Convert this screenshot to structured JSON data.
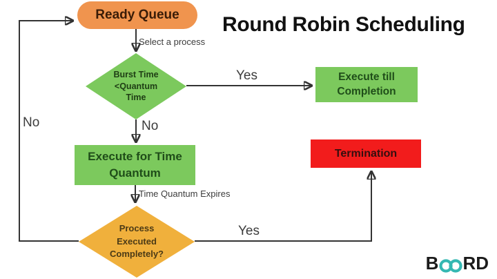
{
  "title": "Round Robin Scheduling",
  "nodes": {
    "ready_queue": {
      "label": "Ready Queue",
      "color": "#f0944e",
      "shape": "stadium"
    },
    "burst_time_check": {
      "label": "Burst Time <Quantum Time",
      "color": "#7cc95d",
      "shape": "diamond"
    },
    "execute_till_completion": {
      "label": "Execute till Completion",
      "color": "#7cc95d",
      "shape": "rect"
    },
    "execute_for_time_quantum": {
      "label": "Execute for Time Quantum",
      "color": "#7cc95d",
      "shape": "rect"
    },
    "process_executed_check": {
      "label": "Process Executed Completely?",
      "color": "#f0b03c",
      "shape": "diamond"
    },
    "termination": {
      "label": "Termination",
      "color": "#f21c1c",
      "shape": "rect"
    }
  },
  "edge_labels": {
    "select_a_process": "Select a process",
    "yes_top": "Yes",
    "no_mid": "No",
    "no_left": "No",
    "time_quantum_expires": "Time Quantum Expires",
    "yes_bottom": "Yes"
  },
  "logo": {
    "prefix": "B",
    "suffix": "RD",
    "rings_color": "#35b8b2"
  },
  "colors": {
    "line": "#333333",
    "background": "#ffffff",
    "title_text": "#111111"
  }
}
